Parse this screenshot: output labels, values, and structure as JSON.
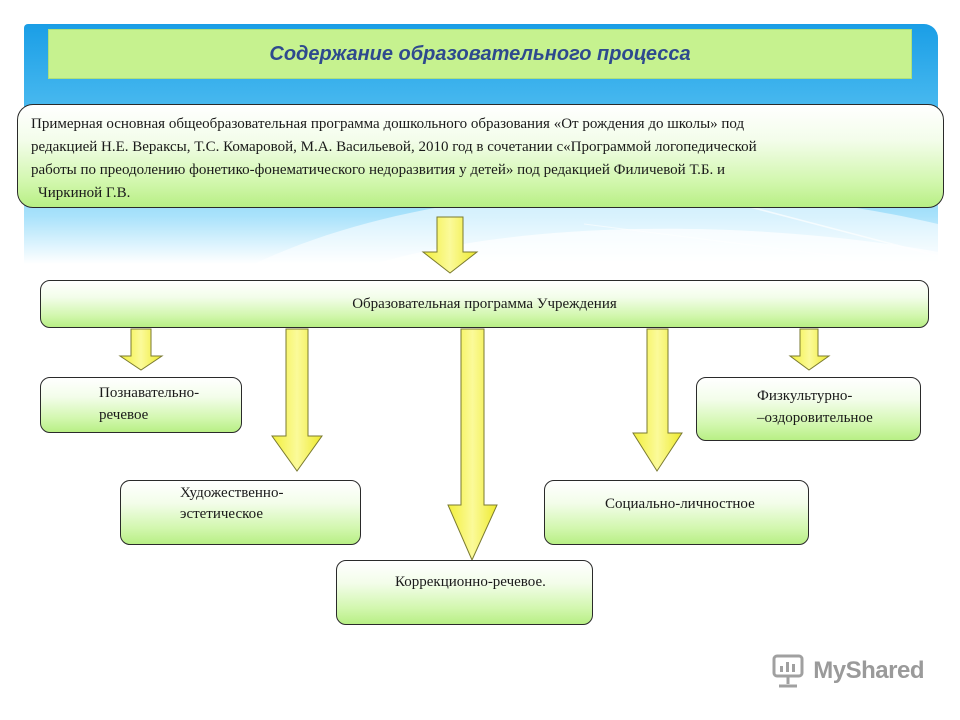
{
  "title": "Содержание образовательного процесса",
  "program": {
    "lines": [
      "Примерная основная общеобразовательная программа дошкольного образования «От рождения до школы» под",
      "редакцией Н.Е. Вераксы, Т.С. Комаровой, М.А. Васильевой, 2010 год в сочетании с«Программой логопедической",
      "работы по преодолению фонетико-фонематического недоразвития у детей» под редакцией Филичевой Т.Б. и",
      "Чиркиной Г.В."
    ]
  },
  "institution": "Образовательная программа Учреждения",
  "directions": {
    "cognitive": [
      "Познавательно-",
      "речевое"
    ],
    "artistic": [
      "Художественно-",
      "эстетическое"
    ],
    "correction": "Коррекционно-речевое.",
    "social": "Социально-личностное",
    "physical": [
      "Физкультурно-",
      "–оздоровительное"
    ]
  },
  "watermark": "MyShared",
  "colors": {
    "title_bg": "#c6f28f",
    "title_text": "#2e4a8e",
    "box_green": "#b8ef85",
    "arrow_yellow": "#f7f55e",
    "banner_blue": "#1a9ee6"
  }
}
